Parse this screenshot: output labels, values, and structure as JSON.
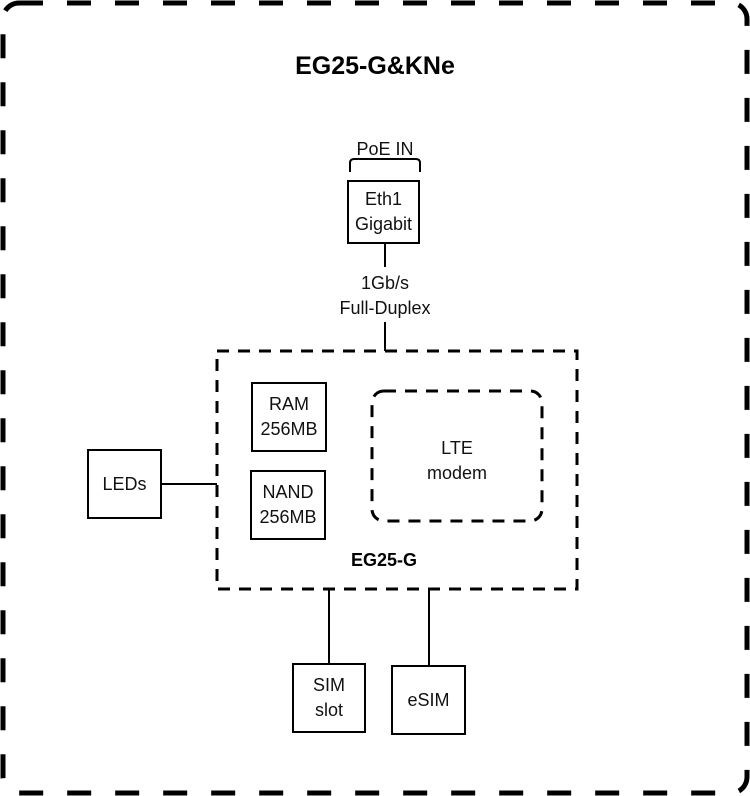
{
  "title": "EG25-G&KNe",
  "poe_label": "PoE IN",
  "eth": {
    "line1": "Eth1",
    "line2": "Gigabit"
  },
  "link": {
    "line1": "1Gb/s",
    "line2": "Full-Duplex"
  },
  "board": {
    "label": "EG25-G",
    "ram": {
      "line1": "RAM",
      "line2": "256MB"
    },
    "nand": {
      "line1": "NAND",
      "line2": "256MB"
    },
    "lte": {
      "line1": "LTE",
      "line2": "modem"
    }
  },
  "leds": {
    "label": "LEDs"
  },
  "sim": {
    "line1": "SIM",
    "line2": "slot"
  },
  "esim": {
    "label": "eSIM"
  }
}
